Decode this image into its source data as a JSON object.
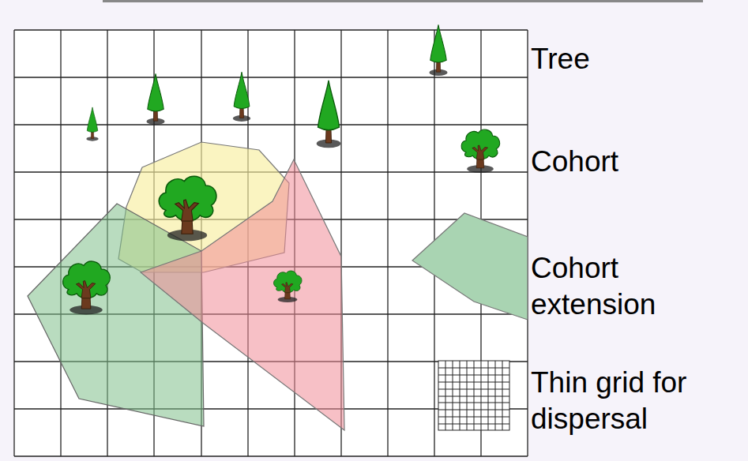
{
  "diagram": {
    "legend": [
      {
        "text": "Tree"
      },
      {
        "text": "Cohort"
      },
      {
        "text": "Cohort extension"
      },
      {
        "text": "Thin grid for dispersal"
      }
    ]
  }
}
